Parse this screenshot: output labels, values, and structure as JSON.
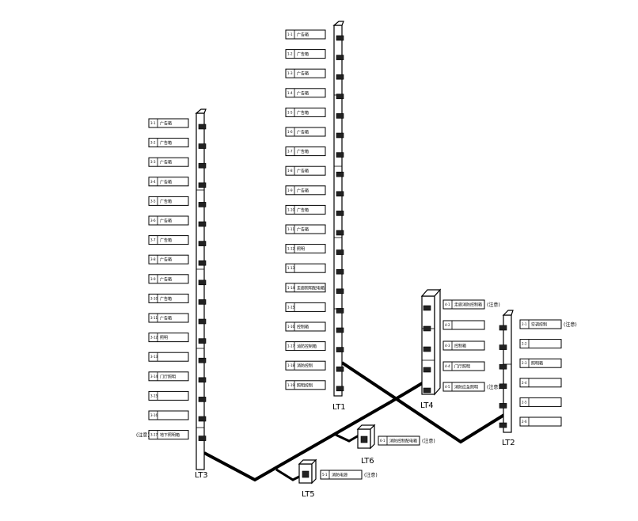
{
  "risers": [
    {
      "id": "LT1",
      "label": "LT1",
      "boxes": [
        {
          "id": "1-1",
          "text": "广告箱"
        },
        {
          "id": "1-2",
          "text": "广告箱"
        },
        {
          "id": "1-3",
          "text": "广告箱"
        },
        {
          "id": "1-4",
          "text": "广告箱"
        },
        {
          "id": "1-5",
          "text": "广告箱"
        },
        {
          "id": "1-6",
          "text": "广告箱"
        },
        {
          "id": "1-7",
          "text": "广告箱"
        },
        {
          "id": "1-8",
          "text": "广告箱"
        },
        {
          "id": "1-9",
          "text": "广告箱"
        },
        {
          "id": "1-10",
          "text": "广告箱"
        },
        {
          "id": "1-11",
          "text": "广告箱"
        },
        {
          "id": "1-12",
          "text": "照明"
        },
        {
          "id": "1-13",
          "text": ""
        },
        {
          "id": "1-14",
          "text": "走廊照明配电箱"
        },
        {
          "id": "1-15",
          "text": ""
        },
        {
          "id": "1-16",
          "text": "控制箱"
        },
        {
          "id": "1-17",
          "text": "消防控制箱"
        },
        {
          "id": "1-18",
          "text": "消防控制"
        },
        {
          "id": "1-19",
          "text": "照明控制"
        }
      ]
    },
    {
      "id": "LT3",
      "label": "LT3",
      "boxes": [
        {
          "id": "3-1",
          "text": "广告箱"
        },
        {
          "id": "3-2",
          "text": "广告箱"
        },
        {
          "id": "3-3",
          "text": "广告箱"
        },
        {
          "id": "3-4",
          "text": "广告箱"
        },
        {
          "id": "3-5",
          "text": "广告箱"
        },
        {
          "id": "3-6",
          "text": "广告箱"
        },
        {
          "id": "3-7",
          "text": "广告箱"
        },
        {
          "id": "3-8",
          "text": "广告箱"
        },
        {
          "id": "3-9",
          "text": "广告箱"
        },
        {
          "id": "3-10",
          "text": "广告箱"
        },
        {
          "id": "3-11",
          "text": "广告箱"
        },
        {
          "id": "3-12",
          "text": "照明"
        },
        {
          "id": "3-13",
          "text": ""
        },
        {
          "id": "3-14",
          "text": "门厅照明"
        },
        {
          "id": "3-15",
          "text": ""
        },
        {
          "id": "3-16",
          "text": ""
        },
        {
          "id": "3-17",
          "text": "地下照明箱",
          "note": "(注意)"
        }
      ]
    },
    {
      "id": "LT4",
      "label": "LT4",
      "boxes": [
        {
          "id": "4-1",
          "text": "走廊消防控制箱",
          "note": "(注意)"
        },
        {
          "id": "4-2",
          "text": ""
        },
        {
          "id": "4-3",
          "text": "控制箱"
        },
        {
          "id": "4-4",
          "text": "门厅照明"
        },
        {
          "id": "4-5",
          "text": "消防应急照明",
          "note": "(注意)"
        }
      ]
    },
    {
      "id": "LT2",
      "label": "LT2",
      "boxes": [
        {
          "id": "2-1",
          "text": "空调控制",
          "note": "(注意)"
        },
        {
          "id": "2-2",
          "text": ""
        },
        {
          "id": "2-3",
          "text": "照明箱"
        },
        {
          "id": "2-4",
          "text": ""
        },
        {
          "id": "2-5",
          "text": ""
        },
        {
          "id": "2-6",
          "text": ""
        }
      ]
    },
    {
      "id": "LT6",
      "label": "LT6",
      "boxes": [
        {
          "id": "6-1",
          "text": "消防控制配电箱",
          "note": "(注意)"
        }
      ]
    },
    {
      "id": "LT5",
      "label": "LT5",
      "boxes": [
        {
          "id": "5-1",
          "text": "消防电源",
          "note": "(注意)"
        }
      ]
    }
  ]
}
